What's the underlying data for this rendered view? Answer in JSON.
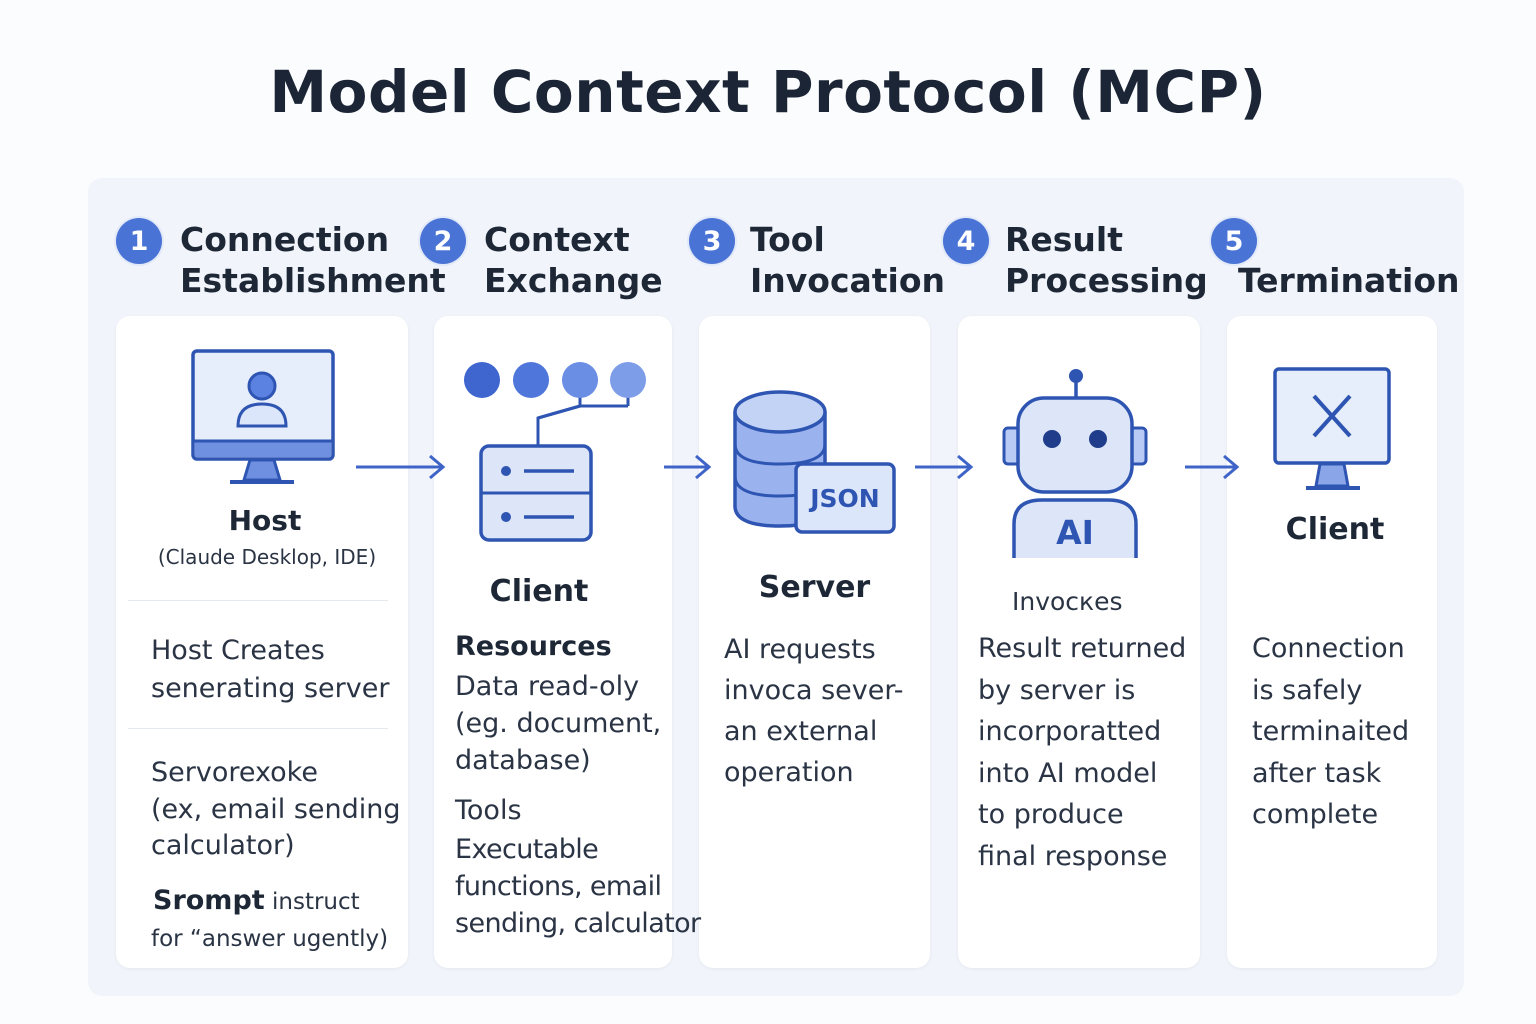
{
  "title": "Model Context Protocol (MCP)",
  "steps": [
    {
      "number": "1",
      "title_line1": "Connection",
      "title_line2": "Establishment"
    },
    {
      "number": "2",
      "title_line1": "Context",
      "title_line2": "Exchange"
    },
    {
      "number": "3",
      "title_line1": "Tool",
      "title_line2": "Invocation"
    },
    {
      "number": "4",
      "title_line1": "Result",
      "title_line2": "Processing"
    },
    {
      "number": "5",
      "title_line1": "",
      "title_line2": "Termination"
    }
  ],
  "card1": {
    "role": "Host",
    "role_sub": "(Claude Desklop, IDE)",
    "block1": "Host Creates\nsenerating server",
    "block2_bold": "Servo",
    "block2_rest": "rexoke",
    "block2_lines": "(ex, email sending\ncalculator)",
    "block3_bold": "Srompt",
    "block3_rest": " instruct",
    "block3_line2": "for “answer ugently)"
  },
  "card2": {
    "role": "Client",
    "res_heading": "Resources",
    "res_text": "Data read-oly\n(eg. document,\ndatabase)",
    "tools_heading": "Tools",
    "tools_text": "Executable\nfunctions, email\nsending, calculator"
  },
  "card3": {
    "role": "Server",
    "icon_label": "JSON",
    "text": "AI requests\ninvoca sever-\nan external\noperation"
  },
  "card4": {
    "icon_label": "AI",
    "subtitle": "Invocкes",
    "text": "Result returned\nby server is\nincorporatted\ninto AI model\nto produce\nfinal response"
  },
  "card5": {
    "role": "Client",
    "text": "Connection\nis safely\nterminaited\nafter task\ncomplete"
  },
  "colors": {
    "accent": "#4a73d6",
    "icon_fill": "#dde6f8",
    "icon_stroke": "#2f55b3"
  }
}
